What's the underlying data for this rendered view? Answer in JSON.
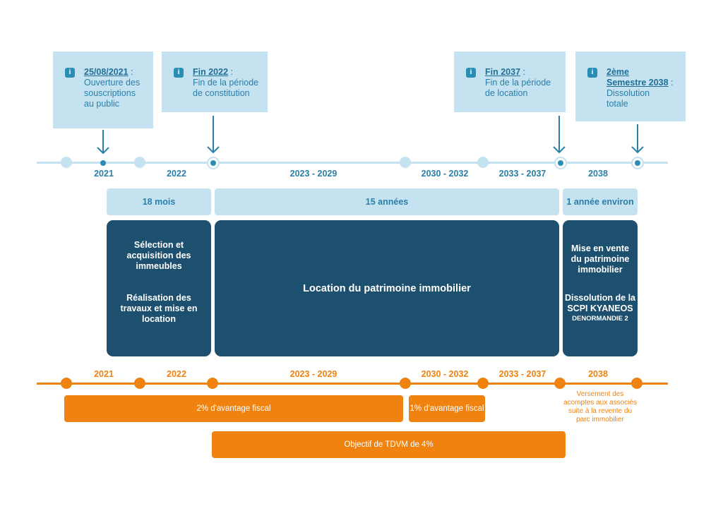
{
  "callouts": [
    {
      "date": "25/08/2021",
      "colon": " :",
      "lines": [
        "Ouverture des",
        "souscriptions",
        "au public"
      ]
    },
    {
      "date": "Fin 2022",
      "colon": " :",
      "lines": [
        "Fin de la période",
        "de constitution"
      ]
    },
    {
      "date": "Fin 2037",
      "colon": " :",
      "lines": [
        "Fin de la période",
        "de location"
      ]
    },
    {
      "date_line1": "2ème",
      "date_line2": "Semestre 2038",
      "colon": " :",
      "lines": [
        "Dissolution",
        "totale"
      ]
    }
  ],
  "info_icon_glyph": "i",
  "years": [
    "2021",
    "2022",
    "2023 - 2029",
    "2030 - 2032",
    "2033 - 2037",
    "2038"
  ],
  "durations": [
    "18 mois",
    "15 années",
    "1 année environ"
  ],
  "phases": {
    "first": {
      "line1": [
        "Sélection et",
        "acquisition des",
        "immeubles"
      ],
      "line2": [
        "Réalisation des",
        "travaux et mise en",
        "location"
      ]
    },
    "middle": "Location du patrimoine immobilier",
    "last": {
      "line1": [
        "Mise en vente",
        "du patrimoine",
        "immobilier"
      ],
      "line2": [
        "Dissolution de la",
        "SCPI KYANEOS"
      ],
      "line3": "DENORMANDIE 2"
    }
  },
  "orange_bars": {
    "fiscal_2pct": "2% d'avantage fiscal",
    "fiscal_1pct": "1% d'avantage fiscal",
    "objective": "Objectif de TDVM de 4%"
  },
  "note_lines": [
    "Versement des",
    "acomptes aux associés",
    "suite à la revente du",
    "parc immobilier"
  ],
  "colors": {
    "light_blue": "#c5e2f1",
    "mid_blue": "#2a8db5",
    "dark_blue": "#1d4f6e",
    "orange": "#f0820f"
  }
}
